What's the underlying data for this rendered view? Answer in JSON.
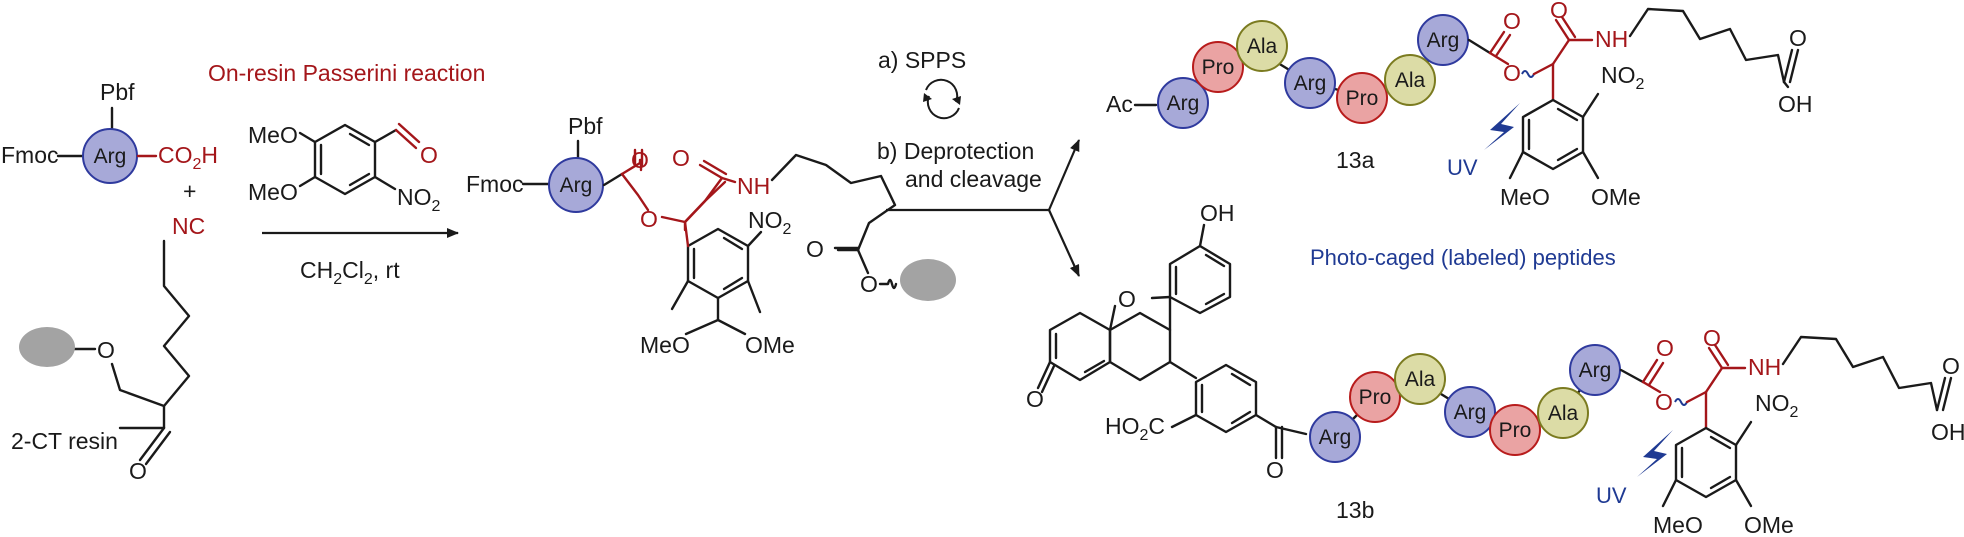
{
  "scheme": {
    "left": {
      "pbf": "Pbf",
      "fmoc": "Fmoc",
      "arg": "Arg",
      "co2h_a": "CO",
      "co2h_sub": "2",
      "co2h_b": "H",
      "plus": "+",
      "nc": "NC",
      "resin": "2-CT resin"
    },
    "reaction": {
      "title": "On-resin Passerini reaction",
      "meo1": "MeO",
      "meo2": "MeO",
      "no2_a": "NO",
      "no2_sub": "2",
      "ald_o": "O",
      "cond_a": "CH",
      "cond_s1": "2",
      "cond_b": "Cl",
      "cond_s2": "2",
      "cond_c": ", rt"
    },
    "product": {
      "pbf": "Pbf",
      "fmoc": "Fmoc",
      "arg": "Arg",
      "o1": "O",
      "o2": "O",
      "o3": "O",
      "nh": "NH",
      "no2_a": "NO",
      "no2_sub": "2",
      "o4": "O",
      "o5": "O",
      "meo": "MeO",
      "ome": "OMe"
    },
    "steps": {
      "a": "a) SPPS",
      "b1": "b) Deprotection",
      "b2": "and cleavage"
    },
    "p13a": {
      "label": "13a",
      "ac": "Ac",
      "residues": [
        "Arg",
        "Pro",
        "Ala",
        "Arg",
        "Pro",
        "Ala",
        "Arg"
      ],
      "o1": "O",
      "o2": "O",
      "o3": "O",
      "nh": "NH",
      "no2_a": "NO",
      "no2_sub": "2",
      "acid_o": "O",
      "acid_oh": "OH",
      "uv": "UV",
      "meo": "MeO",
      "ome": "OMe"
    },
    "caption": "Photo-caged (labeled) peptides",
    "p13b": {
      "label": "13b",
      "oh": "OH",
      "ring_o": "O",
      "keto_o": "O",
      "ho2c_a": "HO",
      "ho2c_sub": "2",
      "ho2c_b": "C",
      "amide_o": "O",
      "residues": [
        "Arg",
        "Pro",
        "Ala",
        "Arg",
        "Pro",
        "Ala",
        "Arg"
      ],
      "o1": "O",
      "o2": "O",
      "o3": "O",
      "nh": "NH",
      "no2_a": "NO",
      "no2_sub": "2",
      "acid_o": "O",
      "acid_oh": "OH",
      "uv": "UV",
      "meo": "MeO",
      "ome": "OMe"
    },
    "colors": {
      "arg": "#a7a9d8",
      "arg_stroke": "#2f3a9e",
      "pro": "#eaa3a3",
      "pro_stroke": "#b81c1c",
      "ala": "#dcdca6",
      "ala_stroke": "#7b7b20",
      "resin": "#a3a3a3",
      "red": "#a4161a",
      "blue": "#1f3a93"
    }
  }
}
